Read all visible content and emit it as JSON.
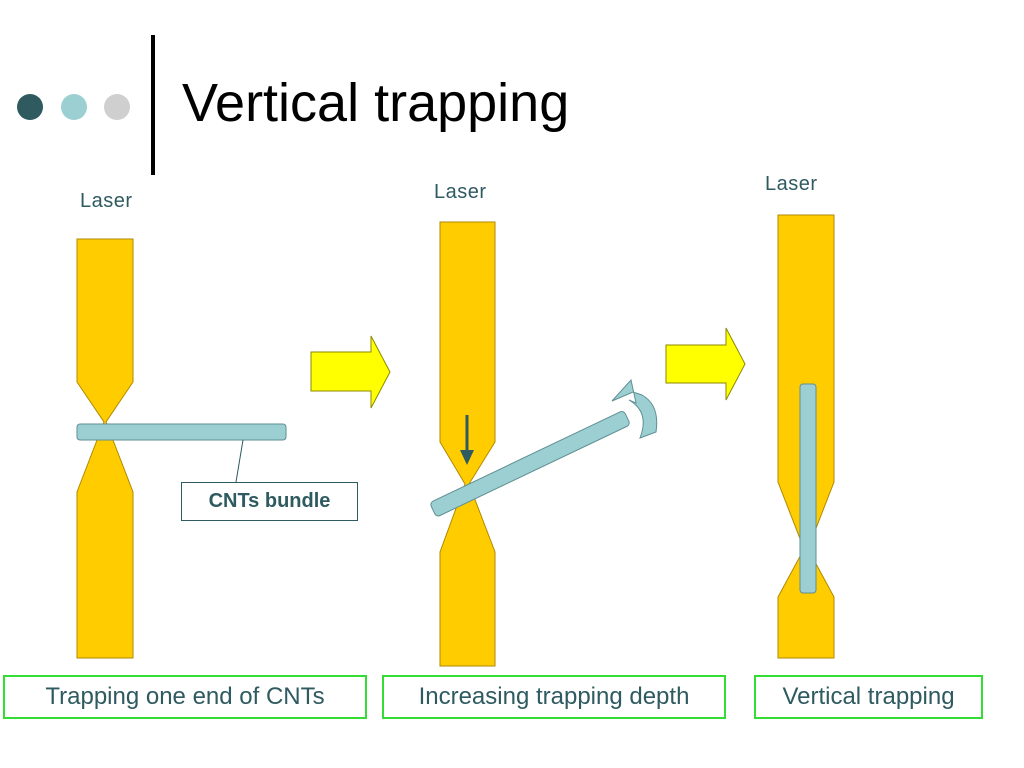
{
  "slide": {
    "title": "Vertical trapping"
  },
  "colors": {
    "dot_dark": "#2e5a60",
    "dot_light": "#9ccfd2",
    "dot_gray": "#cfcfcf",
    "laser_beam": "#ffcc00",
    "cnt_bundle": "#9ccfd2",
    "arrow": "#ffff00",
    "caption_border": "#33dd33",
    "text": "#2e5a60"
  },
  "panels": [
    {
      "laser_label": "Laser",
      "caption": "Trapping one end of CNTs"
    },
    {
      "laser_label": "Laser",
      "caption": "Increasing trapping depth"
    },
    {
      "laser_label": "Laser",
      "caption": "Vertical trapping"
    }
  ],
  "callout": {
    "label": "CNTs bundle"
  },
  "icons": [
    "right-arrow-icon",
    "rotate-arrow-icon",
    "down-arrow-icon"
  ]
}
